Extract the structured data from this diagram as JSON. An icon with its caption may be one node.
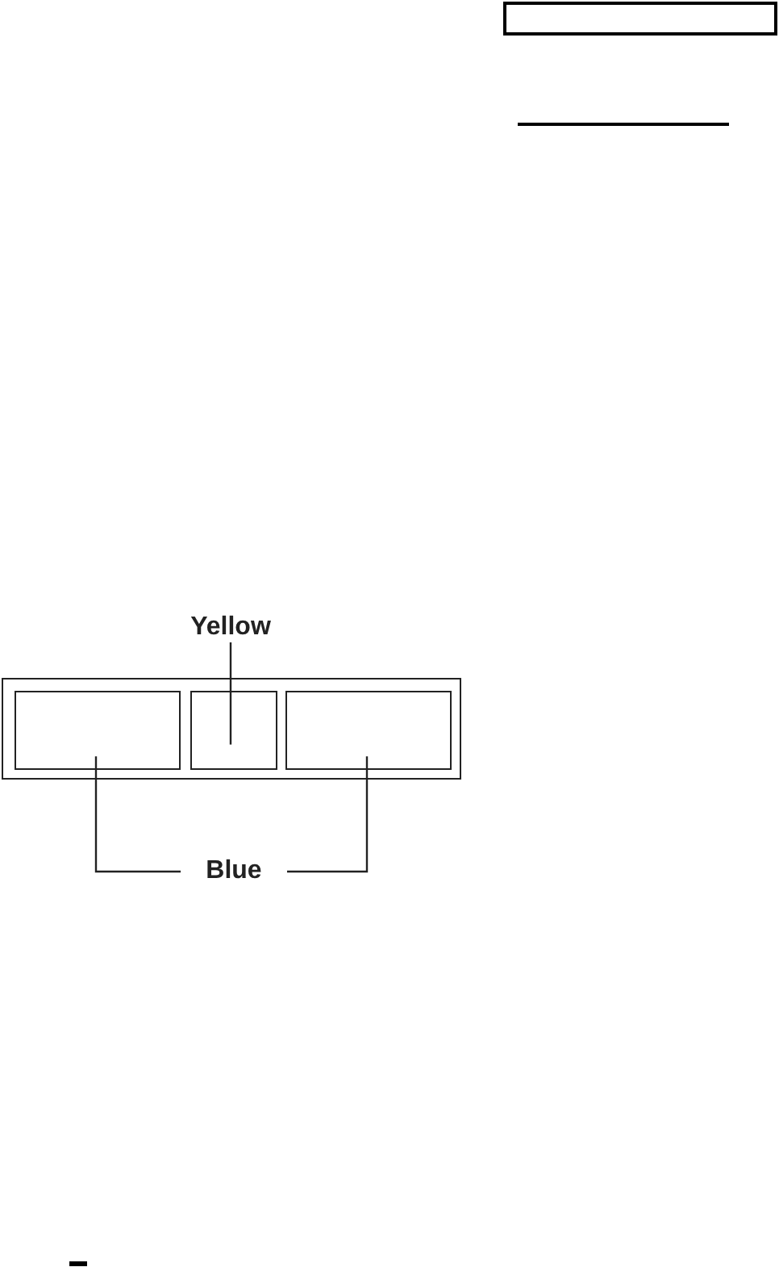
{
  "diagram": {
    "nodes": [
      {
        "text": [],
        "shape": "box"
      },
      {
        "text": [],
        "shape": "box",
        "in": 0
      },
      {
        "text": [],
        "shape": "box",
        "in": 0
      },
      {
        "text": [],
        "shape": "box",
        "in": 0
      },
      {
        "text": [
          "Yellow"
        ]
      },
      {
        "text": [
          "Blue"
        ]
      }
    ],
    "edges": [
      {
        "from": 4,
        "to": 2,
        "arrow": "none"
      },
      {
        "from": 5,
        "to": 1,
        "arrow": "none"
      },
      {
        "from": 5,
        "to": 3,
        "arrow": "none"
      }
    ]
  }
}
